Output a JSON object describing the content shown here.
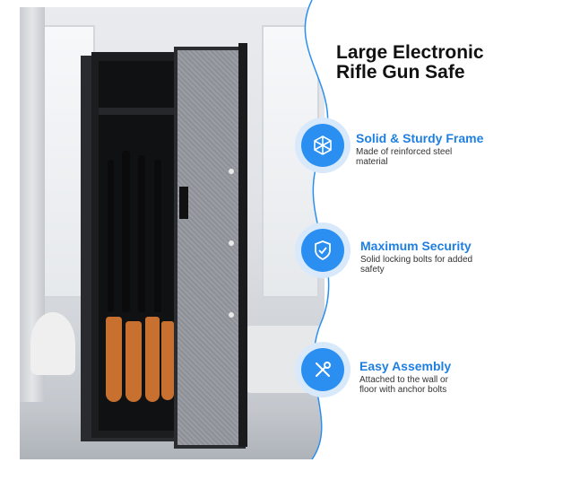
{
  "title": "Large Electronic Rifle Gun Safe",
  "features": [
    {
      "icon": "frame-icon",
      "title": "Solid & Sturdy Frame",
      "desc": "Made of reinforced steel material"
    },
    {
      "icon": "shield-check-icon",
      "title": "Maximum Security",
      "desc": "Solid locking bolts for added safety"
    },
    {
      "icon": "tools-icon",
      "title": "Easy Assembly",
      "desc": "Attached to the wall or floor with anchor bolts"
    }
  ],
  "colors": {
    "accent": "#1f7fe0",
    "icon_bg": "#2a8ff0",
    "halo": "#d7e9fb",
    "stock": "#c8702f"
  }
}
